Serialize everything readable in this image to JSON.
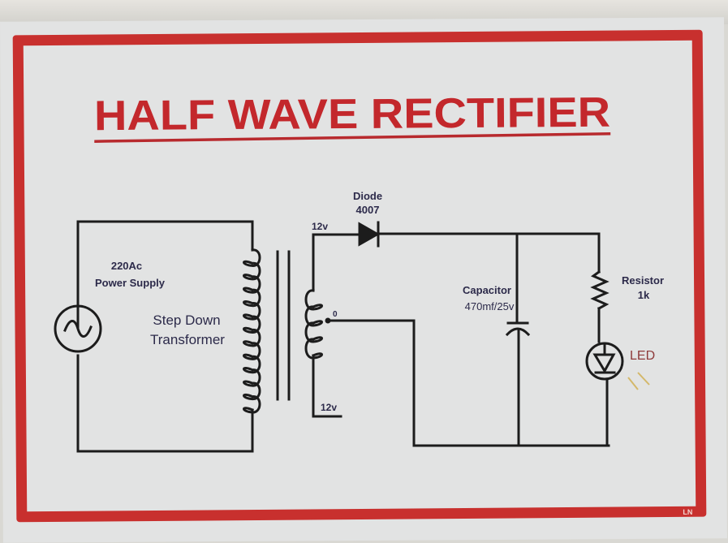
{
  "title": "HALF WAVE RECTIFIER",
  "credit": "LN",
  "colors": {
    "frame": "#c8302e",
    "title": "#c3282c",
    "wire": "#1c1c1c",
    "label": "#2c2a4a",
    "led_label": "#8e3a3a",
    "light_rays": "#d4b86a"
  },
  "components": {
    "power_supply": {
      "line1": "220Ac",
      "line2": "Power Supply",
      "icon": "ac-source-icon"
    },
    "transformer": {
      "line1": "Step Down",
      "line2": "Transformer",
      "icon": "transformer-icon"
    },
    "secondary": {
      "top_tap": "12v",
      "center_tap": "0",
      "bottom_tap": "12v"
    },
    "diode": {
      "line1": "Diode",
      "line2": "4007",
      "icon": "diode-icon"
    },
    "capacitor": {
      "line1": "Capacitor",
      "line2": "470mf/25v",
      "icon": "capacitor-icon"
    },
    "resistor": {
      "line1": "Resistor",
      "line2": "1k",
      "icon": "resistor-icon"
    },
    "led": {
      "label": "LED",
      "icon": "led-icon"
    }
  }
}
